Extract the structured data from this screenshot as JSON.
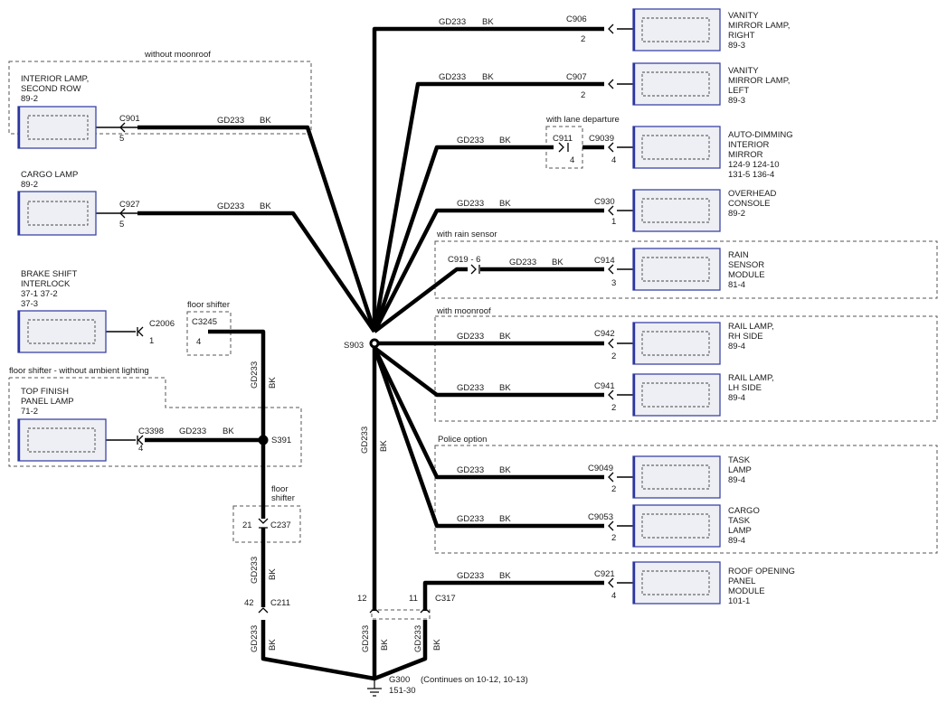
{
  "wire": {
    "color_code": "GD233",
    "color": "BK"
  },
  "notes": {
    "without_moonroof": "without moonroof",
    "floor_shifter": "floor shifter",
    "floor_shifter_ambient": "floor shifter - without ambient lighting",
    "floor_shifter_2": "floor",
    "floor_shifter_3": "shifter",
    "lane_departure": "with lane departure",
    "rain_sensor": "with rain sensor",
    "moonroof": "with moonroof",
    "police": "Police option",
    "continues": "(Continues on 10-12, 10-13)"
  },
  "left_components": [
    {
      "id": "interior-lamp",
      "lines": [
        "INTERIOR LAMP,",
        "SECOND ROW",
        "89-2"
      ],
      "connector": "C901",
      "pin": "5"
    },
    {
      "id": "cargo-lamp-left",
      "lines": [
        "CARGO LAMP",
        "89-2"
      ],
      "connector": "C927",
      "pin": "5"
    },
    {
      "id": "brake-shift",
      "lines": [
        "BRAKE SHIFT",
        "INTERLOCK",
        "37-1     37-2",
        "37-3"
      ],
      "connector": "C2006",
      "pin": "1"
    },
    {
      "id": "top-finish",
      "lines": [
        "TOP FINISH",
        "PANEL LAMP",
        "71-2"
      ],
      "connector": "C3398",
      "pin": "4"
    }
  ],
  "right_components": [
    {
      "id": "vanity-right",
      "lines": [
        "VANITY",
        "MIRROR LAMP,",
        "RIGHT",
        "89-3"
      ],
      "connector": "C906",
      "pin": "2"
    },
    {
      "id": "vanity-left",
      "lines": [
        "VANITY",
        "MIRROR LAMP,",
        "LEFT",
        "89-3"
      ],
      "connector": "C907",
      "pin": "2"
    },
    {
      "id": "auto-dimming",
      "lines": [
        "AUTO-DIMMING",
        "INTERIOR",
        "MIRROR",
        "124-9      124-10",
        "131-5      136-4"
      ],
      "connector": "C9039",
      "pin": "4"
    },
    {
      "id": "overhead-console",
      "lines": [
        "OVERHEAD",
        "CONSOLE",
        "89-2"
      ],
      "connector": "C930",
      "pin": "1"
    },
    {
      "id": "rain-sensor",
      "lines": [
        "RAIN",
        "SENSOR",
        "MODULE",
        "81-4"
      ],
      "connector": "C914",
      "pin": "3"
    },
    {
      "id": "rail-rh",
      "lines": [
        "RAIL LAMP,",
        "RH SIDE",
        "89-4"
      ],
      "connector": "C942",
      "pin": "2"
    },
    {
      "id": "rail-lh",
      "lines": [
        "RAIL LAMP,",
        "LH SIDE",
        "89-4"
      ],
      "connector": "C941",
      "pin": "2"
    },
    {
      "id": "task-lamp",
      "lines": [
        "TASK",
        "LAMP",
        "89-4"
      ],
      "connector": "C9049",
      "pin": "2"
    },
    {
      "id": "cargo-task",
      "lines": [
        "CARGO",
        "TASK",
        "LAMP",
        "89-4"
      ],
      "connector": "C9053",
      "pin": "2"
    },
    {
      "id": "roof-panel",
      "lines": [
        "ROOF OPENING",
        "PANEL",
        "MODULE",
        "101-1"
      ],
      "connector": "C921",
      "pin": "4"
    }
  ],
  "inline": {
    "c911": "C911",
    "c911_pin": "4",
    "c919": "C919 - 6",
    "c3245": "C3245",
    "c3245_pin": "4",
    "c237": "C237",
    "c237_pin": "21",
    "c211": "C211",
    "c211_pin": "42",
    "c317": "C317",
    "c317_pin": "11",
    "g300_pin12": "12"
  },
  "splices": {
    "s903": "S903",
    "s391": "S391"
  },
  "ground": {
    "label": "G300",
    "ref": "151-30"
  }
}
